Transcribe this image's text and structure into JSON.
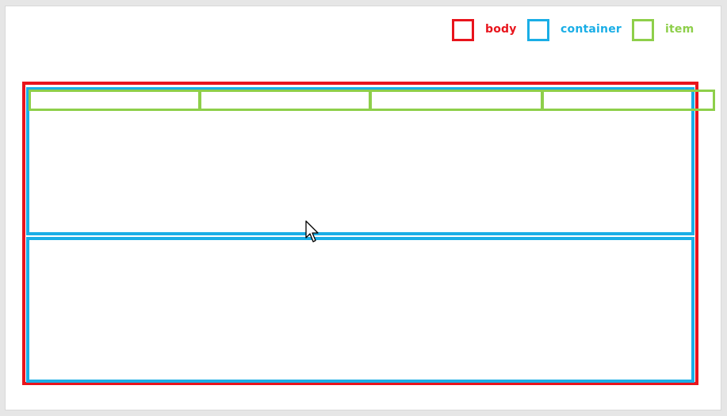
{
  "legend": {
    "body": {
      "label": "body",
      "color": "#e8141c"
    },
    "container": {
      "label": "container",
      "color": "#1aaee6"
    },
    "item": {
      "label": "item",
      "color": "#8ecf4a"
    }
  },
  "diagram": {
    "containers": 2,
    "items_in_first_container": 4
  }
}
